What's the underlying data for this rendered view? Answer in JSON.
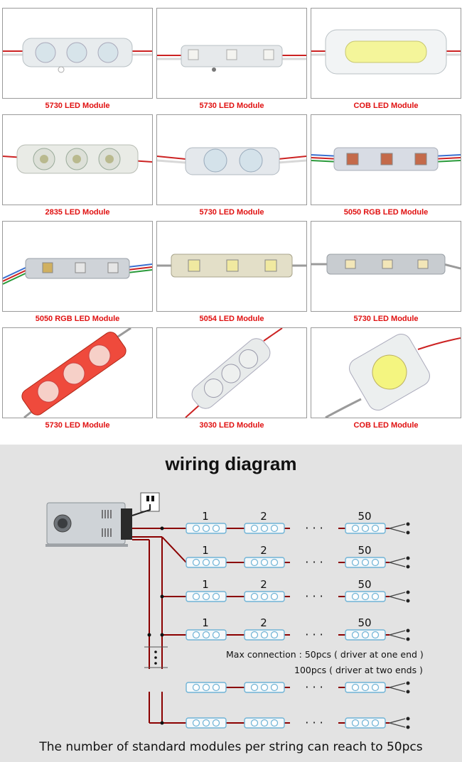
{
  "products": [
    {
      "caption": "5730 LED Module"
    },
    {
      "caption": "5730 LED Module"
    },
    {
      "caption": "COB LED Module"
    },
    {
      "caption": "2835 LED Module"
    },
    {
      "caption": "5730 LED Module"
    },
    {
      "caption": "5050 RGB LED Module"
    },
    {
      "caption": "5050 RGB LED Module"
    },
    {
      "caption": "5054 LED Module"
    },
    {
      "caption": "5730 LED Module"
    },
    {
      "caption": "5730 LED Module"
    },
    {
      "caption": "3030 LED Module"
    },
    {
      "caption": "COB LED Module"
    }
  ],
  "wiring": {
    "title": "wiring diagram",
    "module_labels": [
      "1",
      "2",
      "50"
    ],
    "ellipsis": "· · ·",
    "note_line1": "Max connection : 50pcs ( driver at one end )",
    "note_line2": "100pcs ( driver at two ends )",
    "footer": "The number of standard modules per string can reach to 50pcs"
  },
  "colors": {
    "caption_red": "#e01010",
    "panel_bg": "#e3e3e3",
    "wire_red": "#8b0000",
    "module_blue": "#6fb3d6"
  }
}
